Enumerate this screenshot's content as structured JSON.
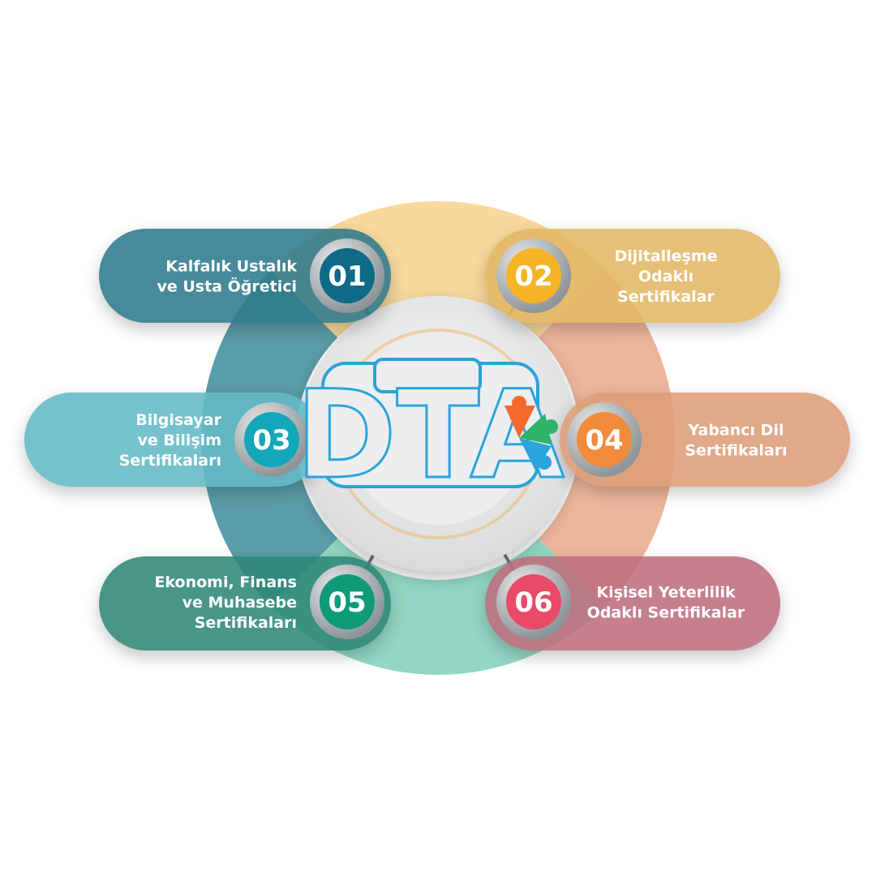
{
  "logo": {
    "text": "DTA"
  },
  "items": [
    {
      "number": "01",
      "lines": [
        "Kalfalık Ustalık",
        "ve Usta Öğretici"
      ],
      "pill_color": "#2F7A8C",
      "badge_color": "#0E6A86"
    },
    {
      "number": "02",
      "lines": [
        "Dijitalleşme",
        "Odaklı",
        "Sertifikalar"
      ],
      "pill_color": "#E3B865",
      "badge_color": "#F6B325"
    },
    {
      "number": "03",
      "lines": [
        "Bilgisayar",
        "ve Bilişim",
        "Sertifikaları"
      ],
      "pill_color": "#62BAC6",
      "badge_color": "#13A7B9"
    },
    {
      "number": "04",
      "lines": [
        "Yabancı Dil",
        "Sertifikaları"
      ],
      "pill_color": "#DE9E78",
      "badge_color": "#F28A3C"
    },
    {
      "number": "05",
      "lines": [
        "Ekonomi, Finans",
        "ve Muhasebe",
        "Sertifikaları"
      ],
      "pill_color": "#2E8877",
      "badge_color": "#0F9A78"
    },
    {
      "number": "06",
      "lines": [
        "Kişisel Yeterlilik",
        "Odaklı Sertifikalar"
      ],
      "pill_color": "#BF6E7D",
      "badge_color": "#E84A67"
    }
  ],
  "ring_colors": {
    "top": "#F7D28C",
    "right": "#E9A98B",
    "bottom": "#7FCFB8",
    "left": "#3E8C99"
  }
}
